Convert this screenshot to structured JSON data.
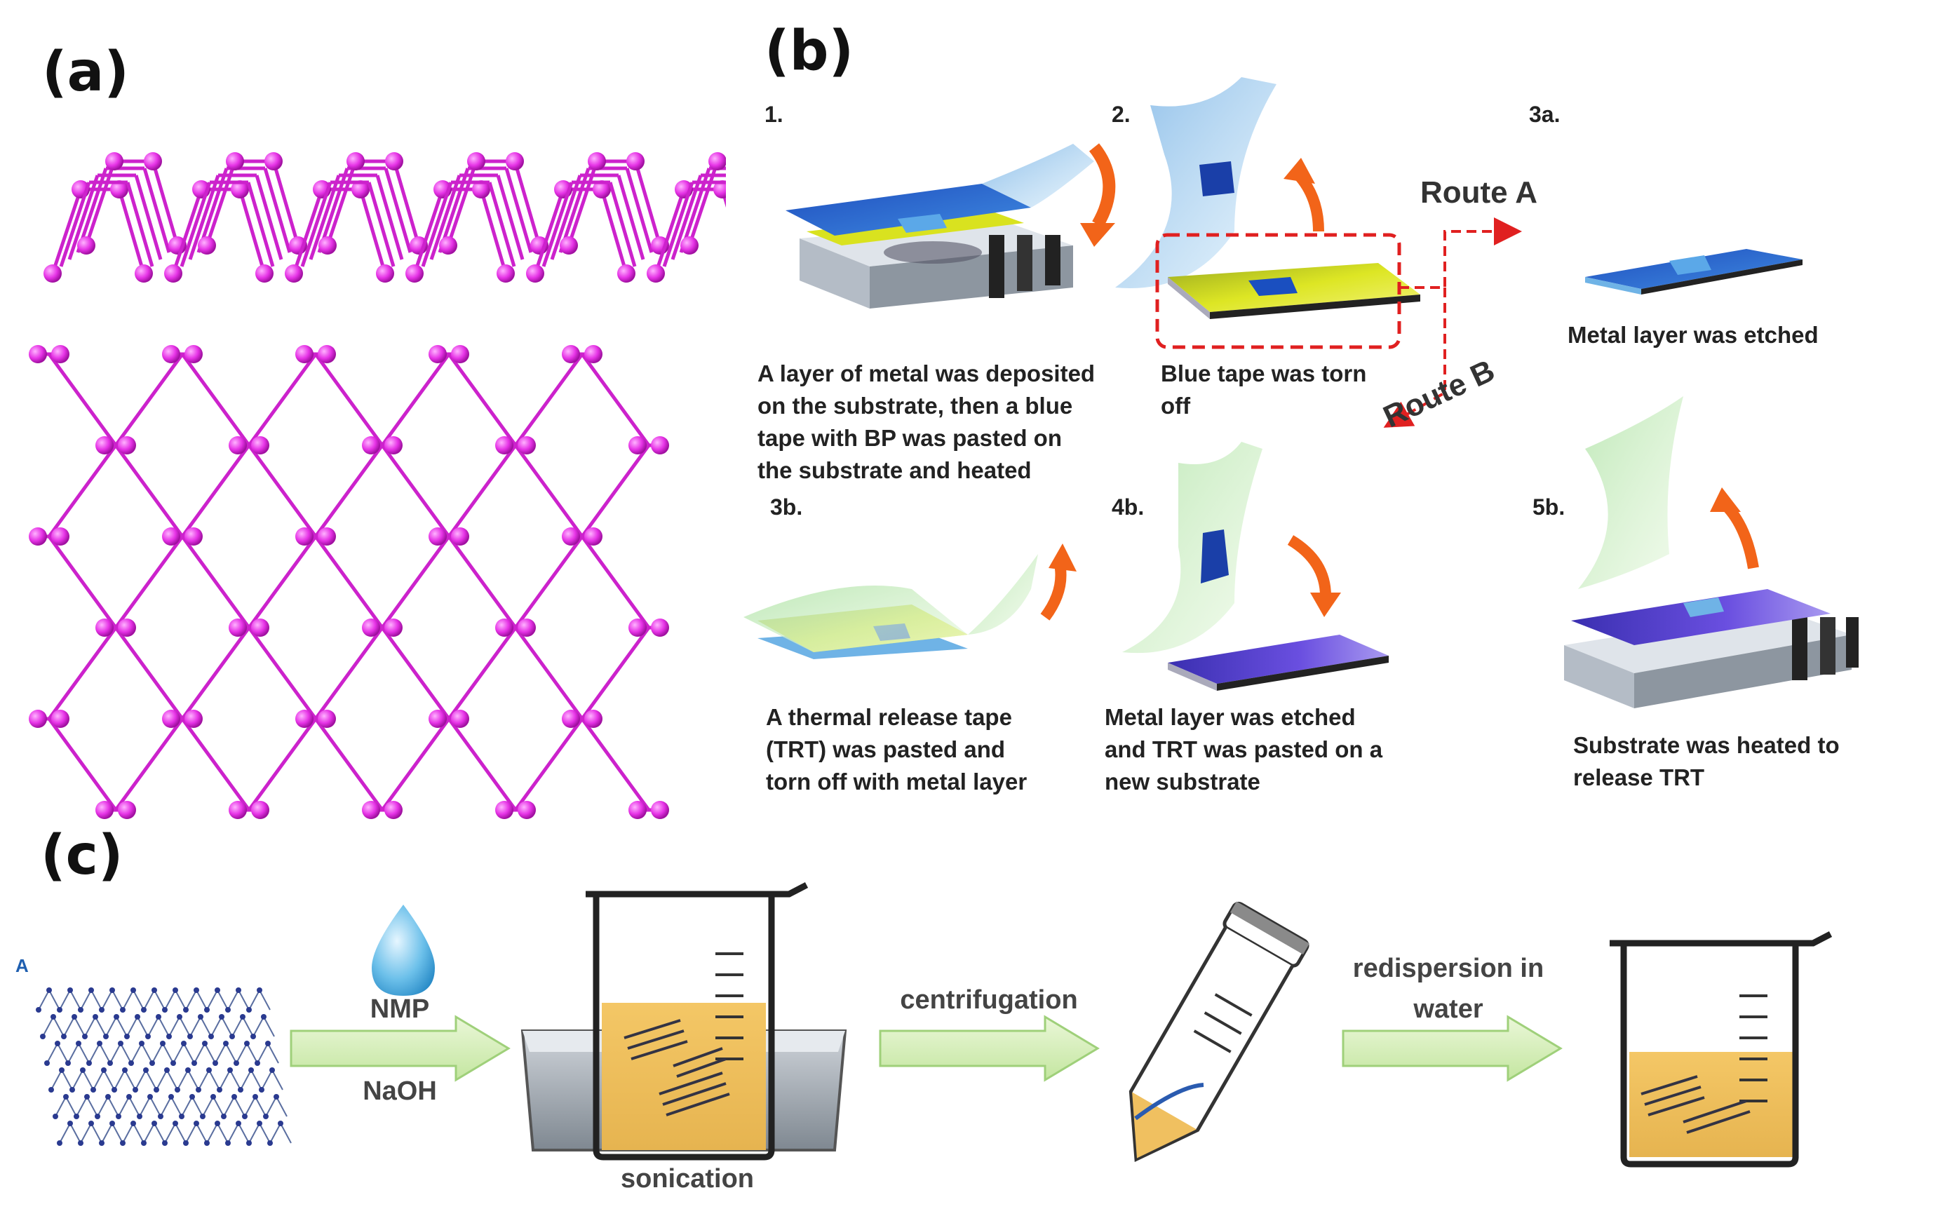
{
  "panels": {
    "a": {
      "label": "(a)"
    },
    "b": {
      "label": "(b)",
      "steps": [
        {
          "num": "1.",
          "caption": [
            "A layer of metal was deposited",
            "on the substrate, then a blue",
            "tape with BP was pasted on",
            "the substrate and heated"
          ]
        },
        {
          "num": "2.",
          "caption": [
            "Blue tape was torn",
            "off"
          ]
        },
        {
          "num": "3a.",
          "caption": [
            "Metal layer was etched"
          ]
        },
        {
          "num": "3b.",
          "caption": [
            "A thermal release tape",
            "(TRT) was pasted and",
            "torn off with metal layer"
          ]
        },
        {
          "num": "4b.",
          "caption": [
            "Metal layer was etched",
            "and TRT was pasted on a",
            "new substrate"
          ]
        },
        {
          "num": "5b.",
          "caption": [
            "Substrate  was heated to",
            "release TRT"
          ]
        }
      ],
      "route_a": "Route A",
      "route_b": "Route B"
    },
    "c": {
      "label": "(c)",
      "edge_fragment": "A",
      "nmp": "NMP",
      "naoh": "NaOH",
      "sonication": "sonication",
      "centrifugation": "centrifugation",
      "redispersion_line1": "redispersion in",
      "redispersion_line2": "water"
    }
  },
  "colors": {
    "atom": "#e633e6",
    "bond": "#cc22cc",
    "tape_blue": "#2563c9",
    "yellow_layer": "#d9e21f",
    "route_dash": "#e02020",
    "arrow_orange": "#f26419",
    "arrow_green_fill": "#d6eeb8",
    "arrow_green_stroke": "#9fd07a",
    "liquid": "#f0c060"
  }
}
